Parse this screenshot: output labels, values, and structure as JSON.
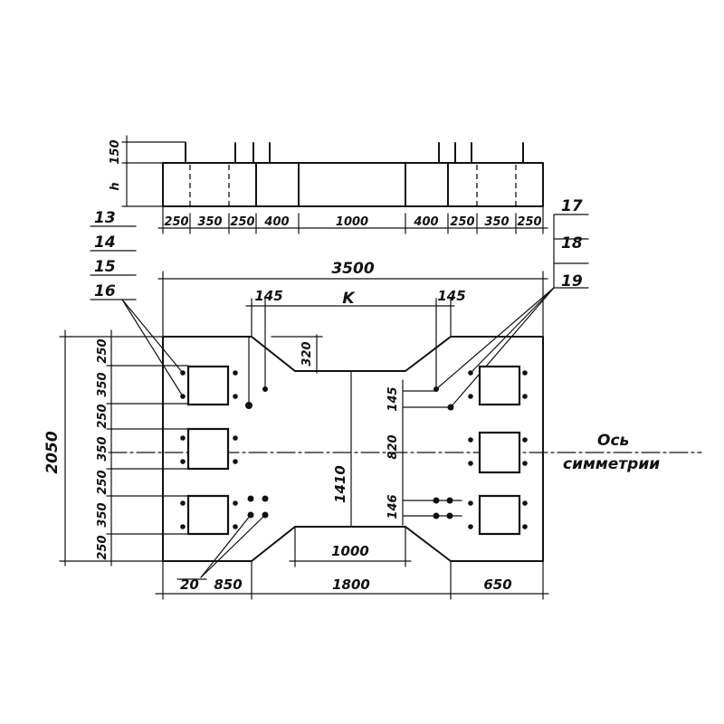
{
  "elevation": {
    "left_labels": {
      "top": "150",
      "mid": "h"
    },
    "segments": [
      "250",
      "350",
      "250",
      "400",
      "1000",
      "400",
      "250",
      "350",
      "250"
    ]
  },
  "callouts": {
    "left": [
      "13",
      "14",
      "15",
      "16"
    ],
    "right": [
      "17",
      "18",
      "19"
    ],
    "bottom": "20"
  },
  "plan": {
    "overall_width": "3500",
    "offset_left": "145",
    "offset_right": "145",
    "k_label": "K",
    "notch_depth": "320",
    "overall_height": "2050",
    "left_dims": [
      "250",
      "350",
      "250",
      "350",
      "250",
      "350",
      "250"
    ],
    "right_vertical": [
      "145",
      "820",
      "146"
    ],
    "center_vertical": "1410",
    "inner_width": "1000",
    "bottom_dims": [
      "850",
      "1800",
      "650"
    ]
  },
  "axis": {
    "line1": "Ось",
    "line2": "симметрии"
  }
}
